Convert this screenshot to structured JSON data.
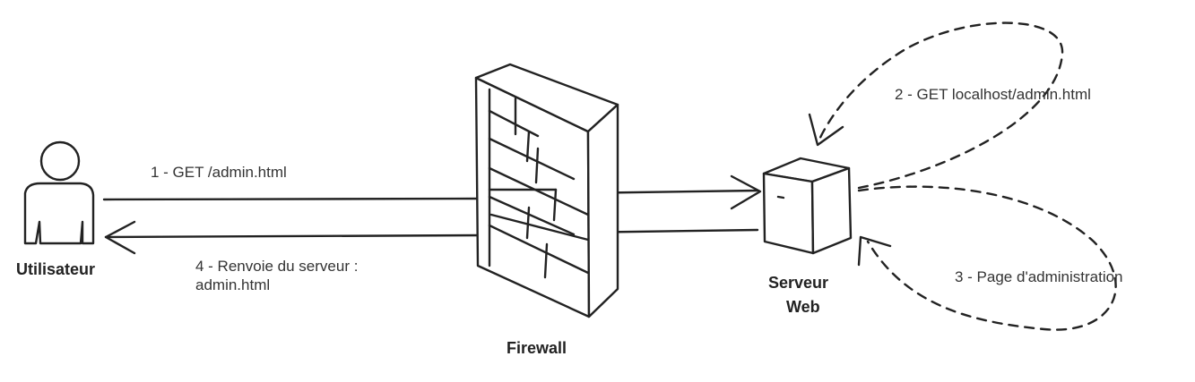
{
  "nodes": {
    "user": "Utilisateur",
    "firewall": "Firewall",
    "server_line1": "Serveur",
    "server_line2": "Web"
  },
  "edges": {
    "step1": "1 - GET /admin.html",
    "step2": "2 - GET localhost/admin.html",
    "step3": "3 - Page d'administration",
    "step4_line1": "4 - Renvoie du serveur :",
    "step4_line2": "admin.html"
  },
  "colors": {
    "stroke": "#222222",
    "text": "#333333",
    "background": "#ffffff"
  }
}
